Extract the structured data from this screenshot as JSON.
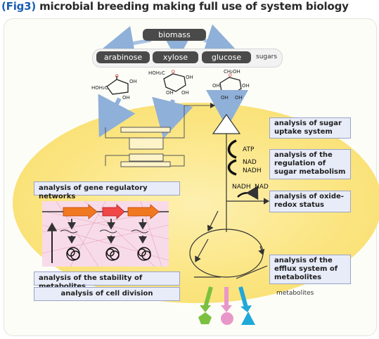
{
  "title": {
    "tag": "(Fig3)",
    "text": " microbial breeding making full use of system biology"
  },
  "top": {
    "biomass": "biomass",
    "sugars": [
      "arabinose",
      "xylose",
      "glucose"
    ],
    "sugars_label": "sugars"
  },
  "molecules": {
    "arabinose": [
      "HOH₂C",
      "OH",
      "OH"
    ],
    "xylose": [
      "HOH₂C",
      "OH",
      "OH",
      "OH"
    ],
    "glucose": [
      "CH₂OH",
      "OH",
      "OH",
      "OH",
      "OH"
    ]
  },
  "cofactors": {
    "atp": "ATP",
    "nad": "NAD",
    "nadh": "NADH",
    "nadh2": "NADH",
    "nad2": "NAD"
  },
  "boxes": {
    "sugar_uptake": "analysis of sugar uptake system",
    "sugar_metabolism": "analysis of the regulation of sugar metabolism",
    "redox": "analysis of oxide-redox status",
    "efflux": "analysis of the efflux system of metabolites",
    "gene_networks": "analysis of gene regulatory networks",
    "stability": "analysis of the stability of metabolites",
    "cell_division": "analysis of cell division"
  },
  "metabolites_label": "metabolites",
  "colors": {
    "title_tag": "#1a5fb4",
    "cell": "#fbe582",
    "box_fill": "#e8ecf8",
    "pill": "#4a4a4a",
    "gene_arrow": "#f07820",
    "out_green": "#7cc040",
    "out_pink": "#e898c8",
    "out_blue": "#20a8d8"
  },
  "icons": [
    "sugar-arrow-icon",
    "triangle-transporter-icon",
    "cofactor-arc-icon",
    "gene-arrow-icon",
    "dna-coil-icon",
    "pentagon-metabolite-icon",
    "circle-metabolite-icon",
    "triangle-metabolite-icon"
  ]
}
